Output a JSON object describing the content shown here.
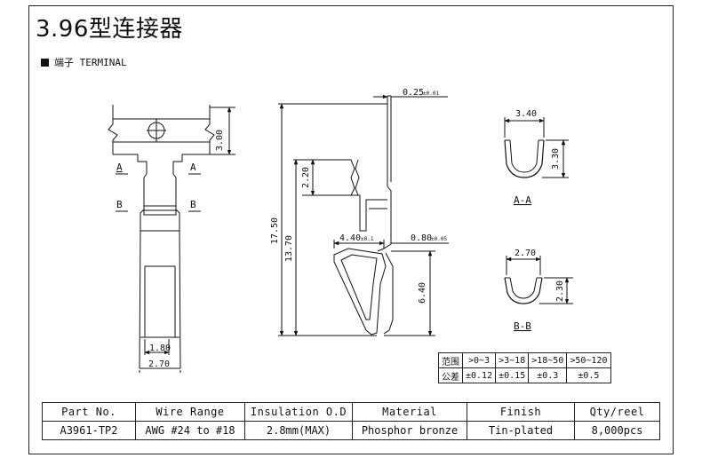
{
  "header": {
    "title": "3.96型连接器",
    "subtitle": "端子 TERMINAL"
  },
  "dimensions": {
    "thickness": "0.25",
    "thickness_tol": "±0.01",
    "height_top": "3.00",
    "section_a_left": "A",
    "section_a_right": "A",
    "section_b_left": "B",
    "section_b_right": "B",
    "width_inner": "1.80",
    "width_outer": "2.70",
    "total_length": "17.50",
    "length_inner": "13.70",
    "slot_height": "2.20",
    "spring_width": "4.40",
    "spring_width_tol": "±0.1",
    "lance_offset": "0.80",
    "lance_offset_tol": "±0.05",
    "spring_height": "6.40",
    "aa_width": "3.40",
    "aa_height": "3.30",
    "aa_label": "A-A",
    "bb_width": "2.70",
    "bb_height": "2.30",
    "bb_label": "B-B"
  },
  "tolerance_table": {
    "range_label": "范围",
    "tol_label": "公差",
    "ranges": [
      ">0~3",
      ">3~18",
      ">18~50",
      ">50~120"
    ],
    "tolerances": [
      "±0.12",
      "±0.15",
      "±0.3",
      "±0.5"
    ]
  },
  "spec_table": {
    "headers": [
      "Part No.",
      "Wire Range",
      "Insulation O.D",
      "Material",
      "Finish",
      "Qty/reel"
    ],
    "row": [
      "A3961-TP2",
      "AWG #24 to #18",
      "2.8mm(MAX)",
      "Phosphor bronze",
      "Tin-plated",
      "8,000pcs"
    ]
  }
}
